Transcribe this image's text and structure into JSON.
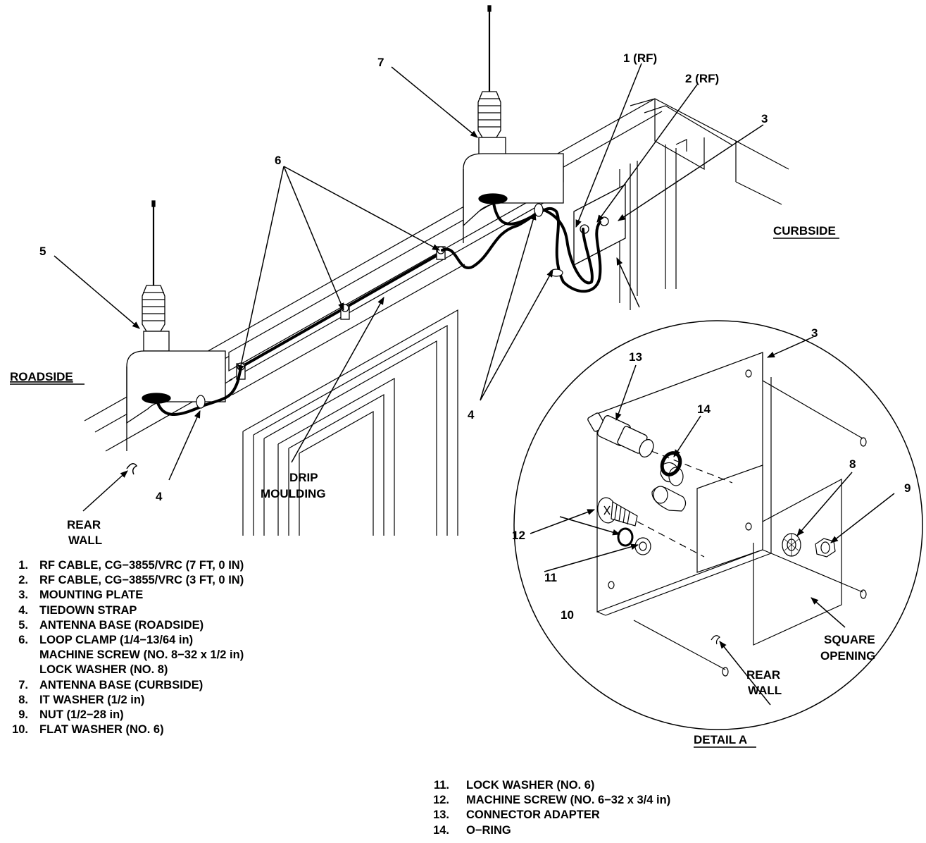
{
  "labels": {
    "roadside": "ROADSIDE",
    "curbside": "CURBSIDE",
    "rear_wall": [
      "REAR",
      "WALL"
    ],
    "drip_moulding": [
      "DRIP",
      "MOULDING"
    ],
    "square_opening": [
      "SQUARE",
      "OPENING"
    ],
    "detail_a": "DETAIL A"
  },
  "callouts": {
    "c1_rf": "1 (RF)",
    "c2_rf": "2 (RF)",
    "c3": "3",
    "c4": "4",
    "c5": "5",
    "c6": "6",
    "c7": "7",
    "c8": "8",
    "c9": "9",
    "c10": "10",
    "c11": "11",
    "c12": "12",
    "c13": "13",
    "c14": "14"
  },
  "legend_left": [
    {
      "num": "1.",
      "text": "RF CABLE, CG−3855/VRC (7 FT, 0 IN)"
    },
    {
      "num": "2.",
      "text": "RF CABLE, CG−3855/VRC (3 FT, 0 IN)"
    },
    {
      "num": "3.",
      "text": "MOUNTING PLATE"
    },
    {
      "num": "4.",
      "text": "TIEDOWN STRAP"
    },
    {
      "num": "5.",
      "text": "ANTENNA BASE (ROADSIDE)"
    },
    {
      "num": "6.",
      "text": "LOOP CLAMP (1/4−13/64 in)"
    },
    {
      "num": "",
      "text": "MACHINE SCREW (NO. 8−32 x 1/2 in)"
    },
    {
      "num": "",
      "text": "LOCK WASHER (NO. 8)"
    },
    {
      "num": "7.",
      "text": "ANTENNA BASE (CURBSIDE)"
    },
    {
      "num": "8.",
      "text": "IT WASHER (1/2 in)"
    },
    {
      "num": "9.",
      "text": "NUT (1/2−28 in)"
    },
    {
      "num": "10.",
      "text": "FLAT WASHER (NO. 6)"
    }
  ],
  "legend_right": [
    {
      "num": "11.",
      "text": "LOCK WASHER (NO. 6)"
    },
    {
      "num": "12.",
      "text": "MACHINE SCREW (NO. 6−32 x 3/4 in)"
    },
    {
      "num": "13.",
      "text": "CONNECTOR ADAPTER"
    },
    {
      "num": "14.",
      "text": "O−RING"
    }
  ]
}
